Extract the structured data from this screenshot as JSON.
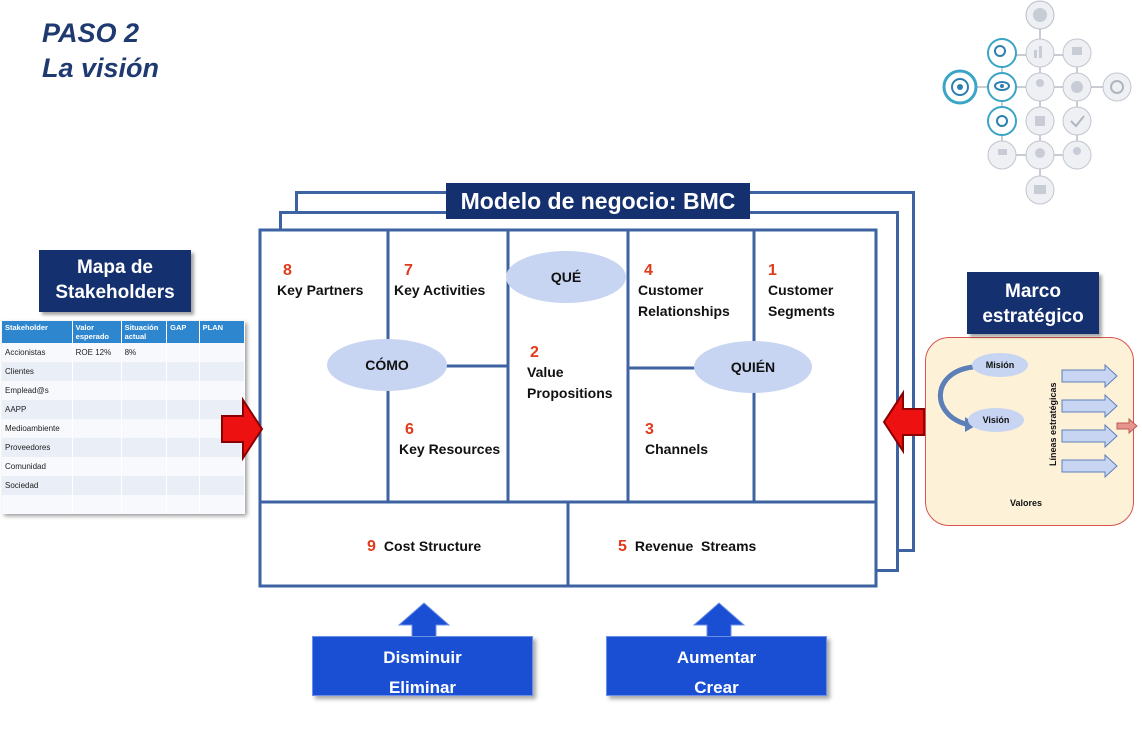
{
  "heading": {
    "line1": "PASO 2",
    "line2": "La visión"
  },
  "bmc": {
    "title": "Modelo de negocio: BMC",
    "ellipses": {
      "que": "QUÉ",
      "como": "CÓMO",
      "quien": "QUIÉN"
    },
    "blocks": {
      "key_partners": {
        "num": "8",
        "line1": "Key Partners"
      },
      "key_activities": {
        "num": "7",
        "line1": "Key Activities"
      },
      "value_propositions": {
        "num": "2",
        "line1": "Value",
        "line2": "Propositions"
      },
      "customer_relationships": {
        "num": "4",
        "line1": "Customer",
        "line2": "Relationships"
      },
      "customer_segments": {
        "num": "1",
        "line1": "Customer",
        "line2": "Segments"
      },
      "key_resources": {
        "num": "6",
        "line1": "Key Resources"
      },
      "channels": {
        "num": "3",
        "line1": "Channels"
      },
      "cost_structure": {
        "num": "9",
        "line1": "Cost Structure"
      },
      "revenue_streams": {
        "num": "5",
        "line1": "Revenue  Streams"
      }
    }
  },
  "stakeholders": {
    "label_line1": "Mapa de",
    "label_line2": "Stakeholders",
    "columns": [
      "Stakeholder",
      "Valor esperado",
      "Situación actual",
      "GAP",
      "PLAN"
    ],
    "rows": [
      [
        "Accionistas",
        "ROE 12%",
        "8%",
        "",
        ""
      ],
      [
        "Clientes",
        "",
        "",
        "",
        ""
      ],
      [
        "Emplead@s",
        "",
        "",
        "",
        ""
      ],
      [
        "AAPP",
        "",
        "",
        "",
        ""
      ],
      [
        "Medioambiente",
        "",
        "",
        "",
        ""
      ],
      [
        "Proveedores",
        "",
        "",
        "",
        ""
      ],
      [
        "Comunidad",
        "",
        "",
        "",
        ""
      ],
      [
        "Sociedad",
        "",
        "",
        "",
        ""
      ],
      [
        "",
        "",
        "",
        "",
        ""
      ]
    ]
  },
  "marco": {
    "label_line1": "Marco",
    "label_line2": "estratégico",
    "mision": "Misión",
    "vision": "Visión",
    "lineas": "Líneas estratégicas",
    "valores": "Valores"
  },
  "actions": {
    "left": {
      "line1": "Disminuir",
      "line2": "Eliminar"
    },
    "right": {
      "line1": "Aumentar",
      "line2": "Crear"
    }
  },
  "nav_icons": [
    "compass-icon",
    "magnifier-icon",
    "chart-icon",
    "sitemap-icon",
    "target-icon",
    "eye-icon",
    "people-icon",
    "pie-icon",
    "power-icon",
    "strategy-icon",
    "building-icon",
    "check-icon",
    "flag-icon",
    "globe-icon",
    "users-icon",
    "book-icon"
  ],
  "colors": {
    "navy": "#15306f",
    "blue_line": "#3d63a3",
    "accent_red": "#e03a1a",
    "cta_blue": "#1a4fd4",
    "ellipse": "#c7d5f2"
  }
}
